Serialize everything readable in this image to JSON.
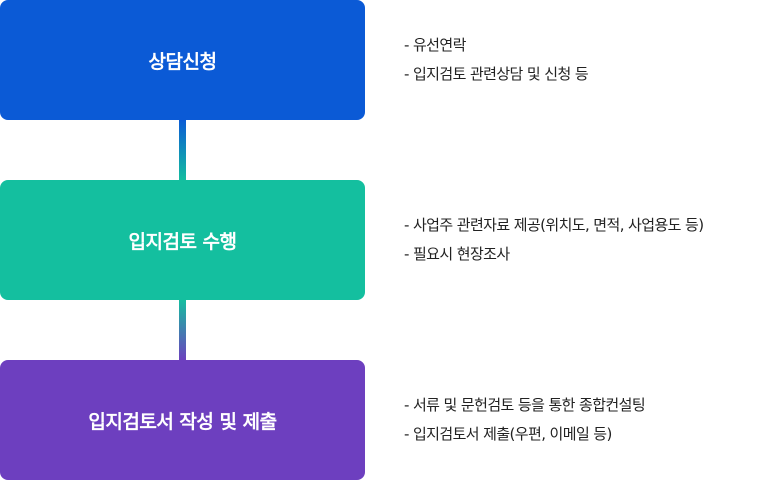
{
  "colors": {
    "step1": "#0b5ad6",
    "step2": "#14bf9f",
    "step3": "#6d3fbf"
  },
  "steps": [
    {
      "title": "상담신청",
      "details": [
        "- 유선연락",
        "- 입지검토 관련상담 및 신청 등"
      ]
    },
    {
      "title": "입지검토 수행",
      "details": [
        "- 사업주 관련자료 제공(위치도, 면적, 사업용도 등)",
        "- 필요시 현장조사"
      ]
    },
    {
      "title": "입지검토서 작성 및 제출",
      "details": [
        "- 서류 및 문헌검토 등을 통한 종합컨설팅",
        "- 입지검토서 제출(우편, 이메일 등)"
      ]
    }
  ]
}
